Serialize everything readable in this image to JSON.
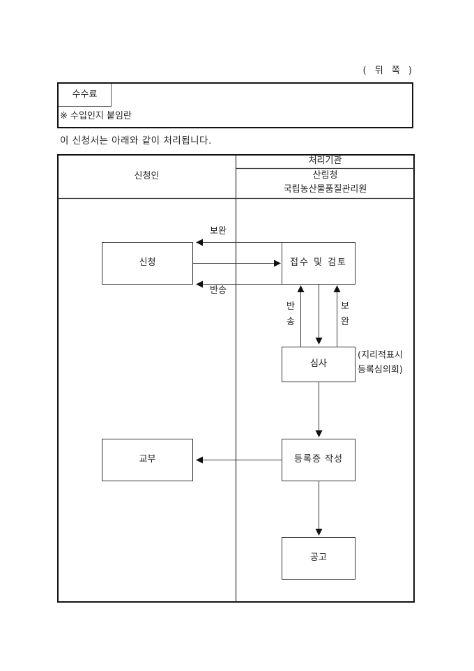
{
  "page_side_label": "( 뒤 쪽 )",
  "fee_section": {
    "fee_label": "수수료",
    "stamp_note": "※ 수입인지 붙임란"
  },
  "intro_text": "이 신청서는 아래와 같이 처리됩니다.",
  "flow_table": {
    "applicant_header": "신청인",
    "processor_header": "처리기관",
    "processor_orgs": [
      "산림청",
      "국립농산물품질관리원"
    ]
  },
  "flow_steps": {
    "apply": "신청",
    "receive_review": "접수 및 검토",
    "examine": "심사",
    "examine_note": [
      "(지리적표시",
      "등록심의회)"
    ],
    "issue_certificate": "등록증 작성",
    "deliver": "교부",
    "announce": "공고"
  },
  "arrow_labels": {
    "supplement_top": "보완",
    "return_bottom": "반송",
    "return_vertical": [
      "반",
      "송"
    ],
    "supplement_vertical": [
      "보",
      "완"
    ]
  }
}
